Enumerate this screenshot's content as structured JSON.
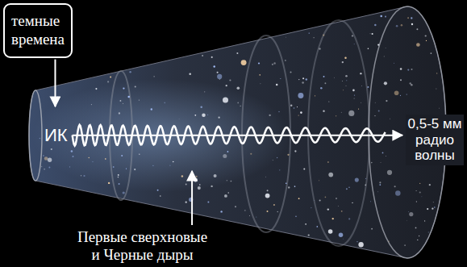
{
  "diagram": {
    "nodes": [
      {
        "text": [
          "темные времена"
        ]
      }
    ],
    "labels": [
      "ИК",
      "0,5-5 мм радио волны",
      "Первые сверхновые и Черные дыры"
    ]
  }
}
